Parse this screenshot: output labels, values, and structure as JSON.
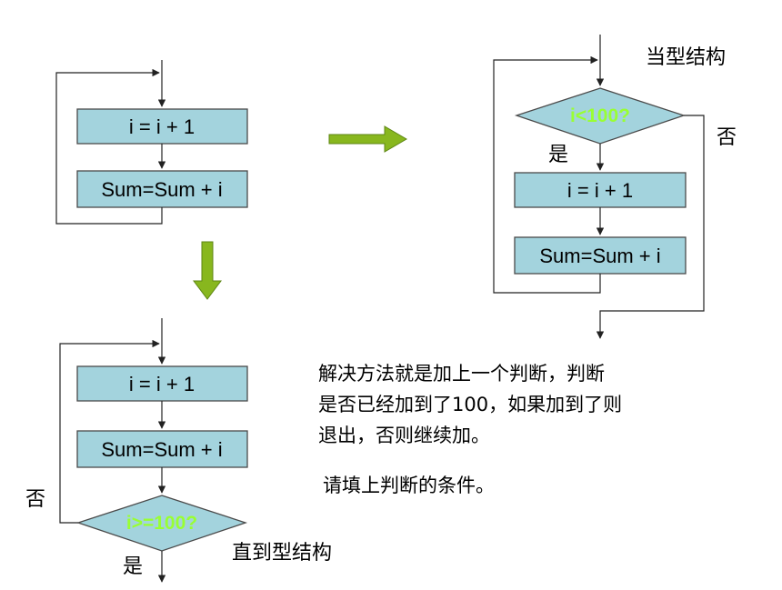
{
  "flow_basic": {
    "step1": "i = i + 1",
    "step2": "Sum=Sum + i"
  },
  "flow_while": {
    "title": "当型结构",
    "condition": "i<100?",
    "yes_label": "是",
    "no_label": "否",
    "step1": "i = i + 1",
    "step2": "Sum=Sum + i"
  },
  "flow_until": {
    "title": "直到型结构",
    "condition": "i>=100?",
    "yes_label": "是",
    "no_label": "否",
    "step1": "i = i + 1",
    "step2": "Sum=Sum + i"
  },
  "explanation": {
    "lines": [
      "解决方法就是加上一个判断，判断",
      "是否已经加到了100，如果加到了则",
      "退出，否则继续加。"
    ],
    "prompt": "请填上判断的条件。"
  },
  "colors": {
    "box_fill": "#a3d3dd",
    "condition_text": "#99ff33",
    "arrow_green": "#88b71e"
  }
}
